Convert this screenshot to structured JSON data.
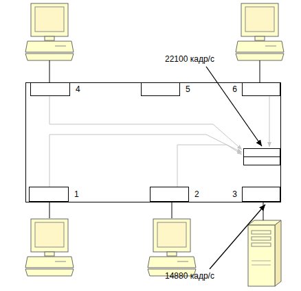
{
  "diagram": {
    "nodes": [
      {
        "text": [
          "4"
        ]
      },
      {
        "text": [
          "5"
        ]
      },
      {
        "text": [
          "6"
        ]
      },
      {
        "text": [
          "1"
        ]
      },
      {
        "text": [
          "2"
        ]
      },
      {
        "text": [
          "3"
        ]
      }
    ],
    "labels": [
      "22100 кадр/с",
      "14880 кадр/с"
    ]
  }
}
